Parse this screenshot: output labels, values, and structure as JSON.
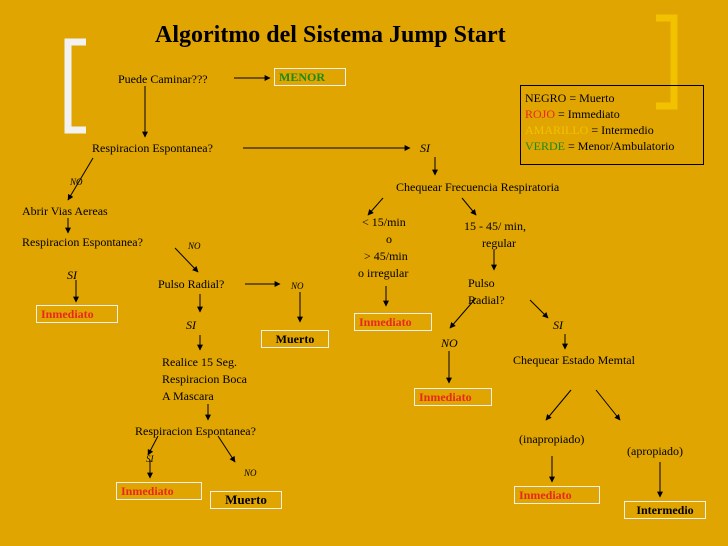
{
  "title": "Algoritmo del Sistema Jump Start",
  "legend": {
    "black_label": "NEGRO",
    "black_text": " = Muerto",
    "red_label": "ROJO",
    "red_text": " = Immediato",
    "yellow_label": "AMARILLO",
    "yellow_text": " = Intermedio",
    "green_label": "VERDE",
    "green_text": " = Menor/Ambulatorio",
    "colors": {
      "red": "#e8281e",
      "yellow": "#f2c200",
      "green": "#1a8a1a",
      "background": "#e0a500"
    }
  },
  "nodes": {
    "puede_caminar": "Puede Caminar???",
    "menor": "MENOR",
    "resp_espontanea_1": "Respiracion Espontanea?",
    "si_1": "SI",
    "no_1": "NO",
    "abrir_vias": "Abrir Vias Aereas",
    "resp_espontanea_2": "Respiracion Espontanea?",
    "no_2": "NO",
    "si_2": "SI",
    "inmediato_1": "Inmediato",
    "pulso_radial_1": "Pulso Radial?",
    "no_3": "NO",
    "muerto_1": "Muerto",
    "si_3": "SI",
    "realice_1": "Realice 15 Seg.",
    "realice_2": "Respiracion Boca",
    "realice_3": "A Mascara",
    "resp_espontanea_3": "Respiracion Espontanea?",
    "si_4": "SI",
    "no_4": "NO",
    "inmediato_2": "Inmediato",
    "muerto_2": "Muerto",
    "chequear_frecuencia": "Chequear Frecuencia Respiratoria",
    "freq_low_1": "< 15/min",
    "freq_low_2": "o",
    "freq_low_3": "> 45/min",
    "freq_low_4": "o irregular",
    "freq_ok_1": "15 - 45/ min,",
    "freq_ok_2": "regular",
    "inmediato_3": "Inmediato",
    "pulso_radial_2a": "Pulso",
    "pulso_radial_2b": "Radial?",
    "no_5": "NO",
    "si_5": "SI",
    "inmediato_4": "Inmediato",
    "chequear_mental": "Chequear Estado Memtal",
    "inapropiado": "(inapropiado)",
    "apropiado": "(apropiado)",
    "inmediato_5": "Inmediato",
    "intermedio": "Intermedio"
  }
}
